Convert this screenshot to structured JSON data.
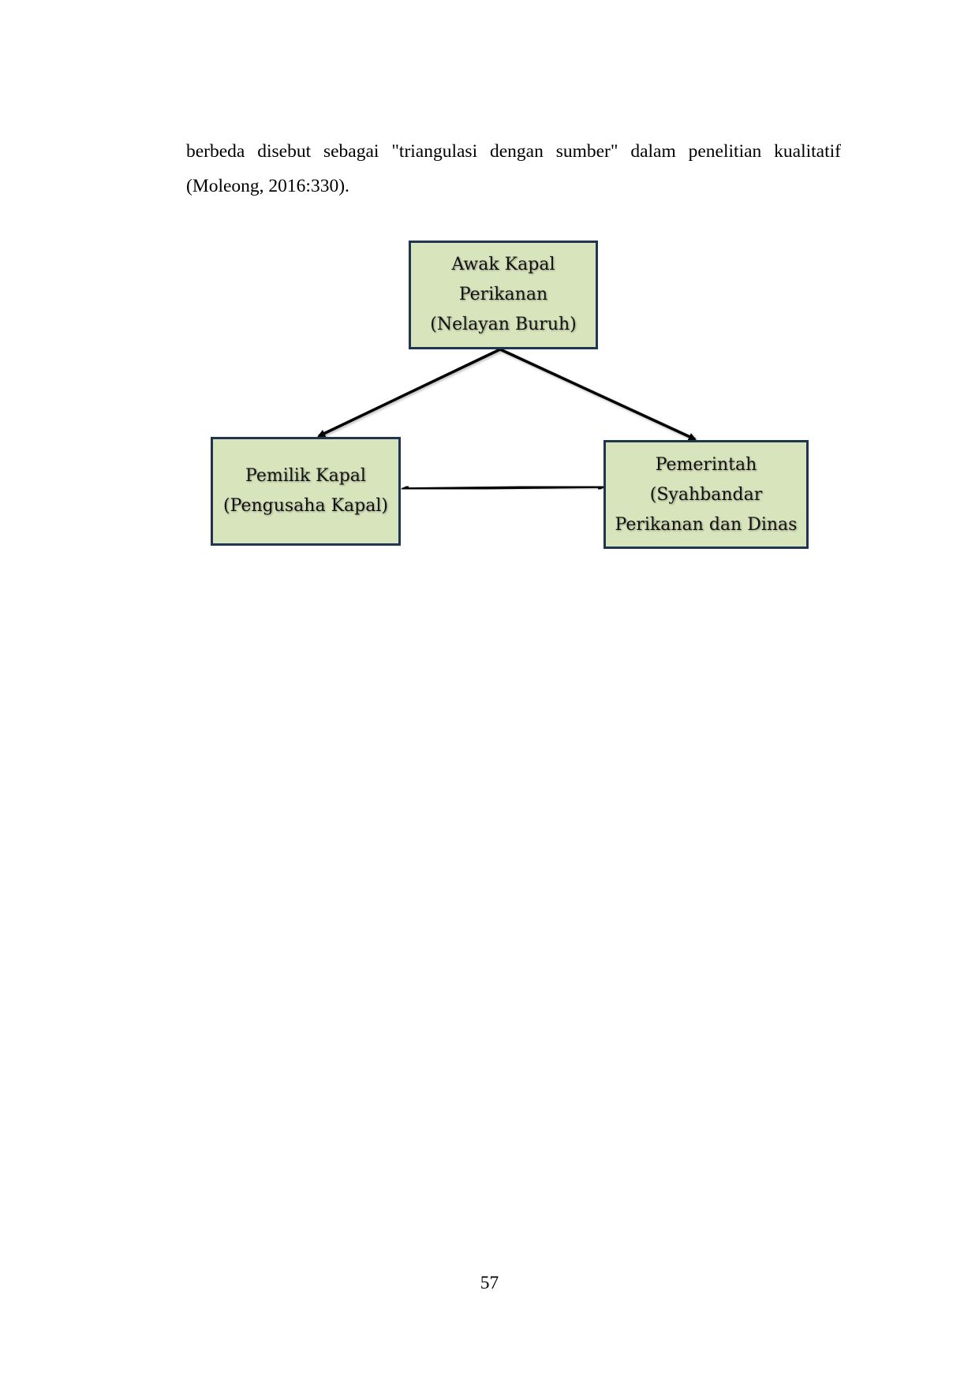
{
  "paragraph": {
    "line1": "berbeda disebut sebagai \"triangulasi dengan sumber\" dalam penelitian kualitatif",
    "line2": "(Moleong, 2016:330)."
  },
  "diagram": {
    "box_top": {
      "lines": [
        "Awak Kapal",
        "Perikanan",
        "(Nelayan Buruh)"
      ]
    },
    "box_left": {
      "lines": [
        "Pemilik Kapal",
        "(Pengusaha Kapal)"
      ]
    },
    "box_right": {
      "lines": [
        "Pemerintah",
        "(Syahbandar",
        "Perikanan dan Dinas"
      ]
    },
    "colors": {
      "box_fill": "#d8e4bc",
      "box_border": "#1f3550",
      "arrow": "#000000"
    }
  },
  "footer": {
    "page_number": "57"
  }
}
